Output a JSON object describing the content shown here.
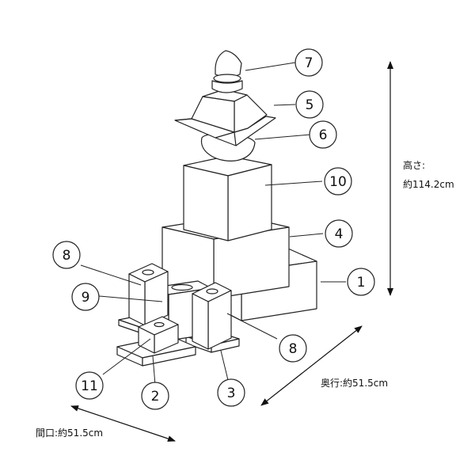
{
  "dimensions": {
    "height_label": "高さ:",
    "height_value": "約114.2cm",
    "depth": "奥行:約51.5cm",
    "width": "間口:約51.5cm"
  },
  "callouts": [
    "7",
    "5",
    "6",
    "10",
    "4",
    "1",
    "8",
    "9",
    "8",
    "11",
    "2",
    "3"
  ]
}
